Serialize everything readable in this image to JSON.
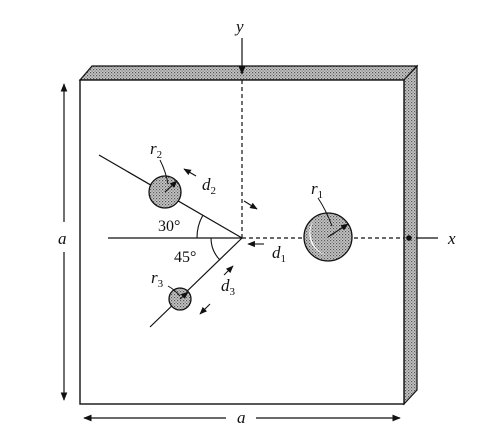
{
  "labels": {
    "y_axis": "y",
    "x_axis": "x",
    "side_left": "a",
    "side_bottom": "a",
    "r1": "r",
    "r1_sub": "1",
    "r2": "r",
    "r2_sub": "2",
    "r3": "r",
    "r3_sub": "3",
    "d1": "d",
    "d1_sub": "1",
    "d2": "d",
    "d2_sub": "2",
    "d3": "d",
    "d3_sub": "3",
    "angle_upper": "30°",
    "angle_lower": "45°"
  },
  "colors": {
    "ink": "#111111",
    "shade": "#b8b8b8"
  }
}
